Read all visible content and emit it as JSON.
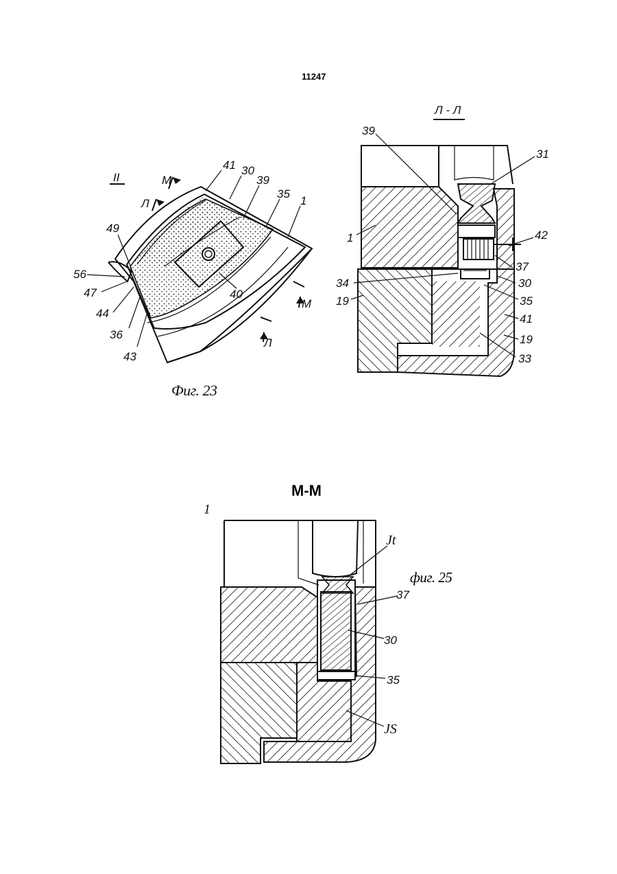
{
  "page": {
    "number": "11247"
  },
  "fig23": {
    "view_label": "II",
    "caption": "Фиг. 23",
    "cut_marks": [
      "М",
      "Л",
      "М",
      "Л"
    ],
    "labels": [
      "41",
      "30",
      "39",
      "35",
      "1",
      "49",
      "56",
      "47",
      "44",
      "36",
      "43",
      "40"
    ]
  },
  "fig24": {
    "section_title": "Л - Л",
    "labels": [
      "39",
      "31",
      "1",
      "42",
      "37",
      "34",
      "30",
      "19",
      "35",
      "41",
      "19",
      "33"
    ]
  },
  "fig25": {
    "section_title": "M-M",
    "caption": "фиг. 25",
    "labels": [
      "1",
      "Jt",
      "37",
      "30",
      "35",
      "JS"
    ]
  }
}
